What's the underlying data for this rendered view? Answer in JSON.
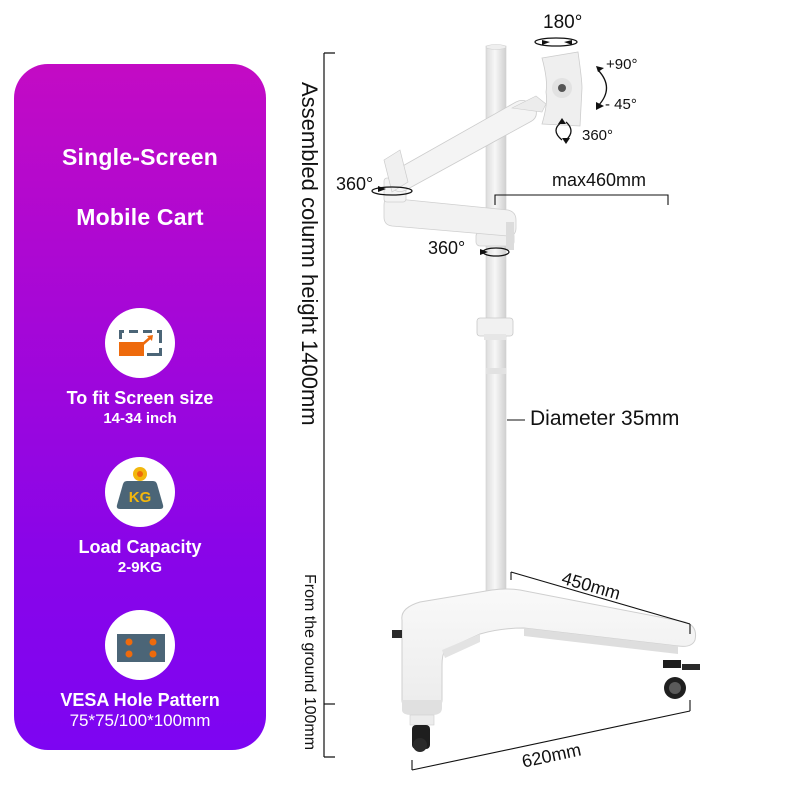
{
  "panel": {
    "title_line1": "Single-Screen",
    "title_line2": "Mobile Cart",
    "gradient": [
      "#c30bc4",
      "#7d05f2"
    ],
    "features": [
      {
        "icon": "screen-resize-icon",
        "label": "To fit Screen size",
        "value": "14-34 inch"
      },
      {
        "icon": "kg-weight-icon",
        "label": "Load Capacity",
        "value": "2-9KG"
      },
      {
        "icon": "vesa-pattern-icon",
        "label": "VESA Hole Pattern",
        "value": "75*75/100*100mm"
      }
    ],
    "icon_colors": {
      "orange": "#ee6a0c",
      "slate": "#4b6577",
      "gold": "#f2b70d"
    }
  },
  "diagram": {
    "rotation_labels": {
      "top_swivel": "180°",
      "tilt_up": "+90°",
      "tilt_down": "- 45°",
      "rotate": "360°",
      "elbow": "360°",
      "base_clamp": "360°"
    },
    "dimensions": {
      "arm_reach": "max460mm",
      "column_height": "Assembled column height 1400mm",
      "ground_clearance": "From the ground 100mm",
      "column_diameter": "Diameter 35mm",
      "base_depth": "450mm",
      "base_width": "620mm"
    }
  }
}
